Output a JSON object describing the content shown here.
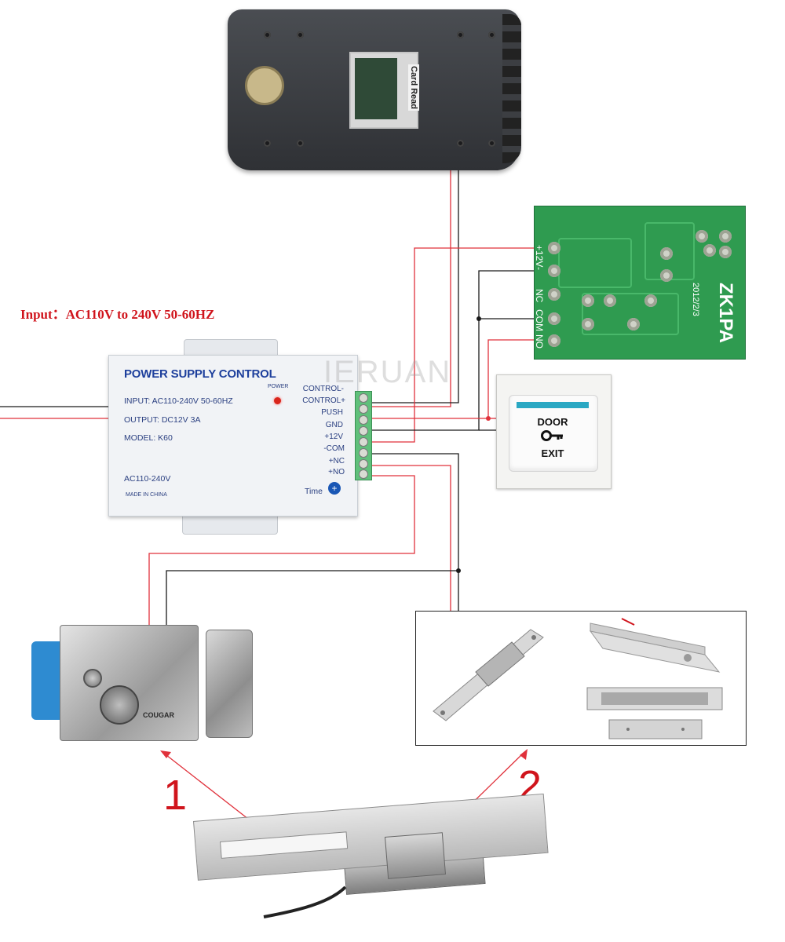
{
  "caption": {
    "input_text": "Input：AC110V to 240V 50-60HZ"
  },
  "watermark": "IERUAN",
  "reader": {
    "card_read_label": "Card Read"
  },
  "board": {
    "title": "ZK1PA",
    "date": "2012/2/3",
    "pins": {
      "p12v": "+12V",
      "gnd": "-",
      "nc": "NC",
      "com": "COM",
      "no": "NO"
    }
  },
  "psu": {
    "title": "POWER SUPPLY CONTROL",
    "input": "INPUT: AC110-240V  50-60HZ",
    "output": "OUTPUT:  DC12V  3A",
    "model": "MODEL:  K60",
    "ac_label": "AC110-240V",
    "made_in": "MADE IN CHINA",
    "power_label": "POWER",
    "time_label": "Time",
    "terminals": [
      "CONTROL-",
      "CONTROL+",
      "PUSH",
      "GND",
      "+12V",
      "-COM",
      "+NC",
      "+NO"
    ]
  },
  "exit_button": {
    "line1": "DOOR",
    "line2": "EXIT"
  },
  "rim_lock": {
    "brand": "COUGAR"
  },
  "labels": {
    "one": "1",
    "two": "2"
  },
  "colors": {
    "wire_red": "#e0313b",
    "wire_black": "#1a1a1a",
    "caption_red": "#d0141c",
    "psu_blue": "#1d3f9c",
    "board_green": "#2f9b50"
  }
}
